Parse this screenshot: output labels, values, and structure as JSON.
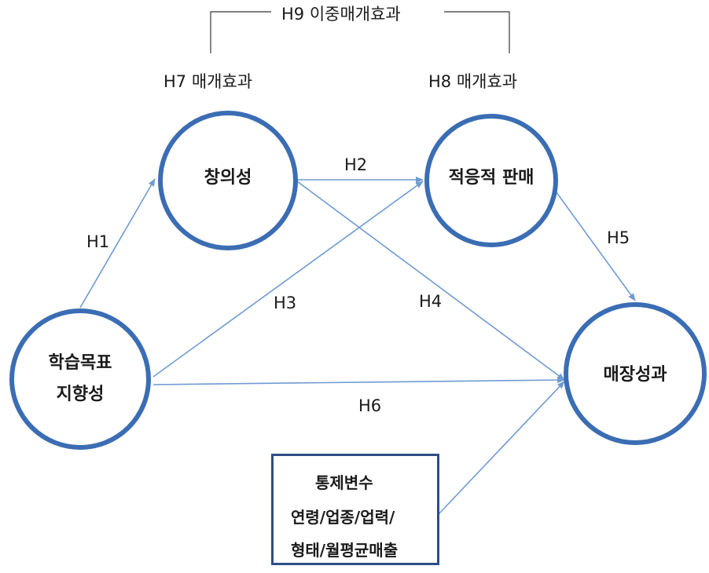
{
  "nodes": {
    "learning_goal": {
      "line1": "학습목표",
      "line2": "지향성"
    },
    "creativity": {
      "label": "창의성"
    },
    "adaptive_selling": {
      "label": "적응적 판매"
    },
    "sales_performance": {
      "label": "매장성과"
    }
  },
  "hypotheses": {
    "h1": "H1",
    "h2": "H2",
    "h3": "H3",
    "h4": "H4",
    "h5": "H5",
    "h6": "H6",
    "h7": "H7 매개효과",
    "h8": "H8 매개효과",
    "h9": "H9 이중매개효과"
  },
  "control_box": {
    "title": "통제변수",
    "line1": "연령/업종/업력/",
    "line2": "형태/월평균매출"
  },
  "colors": {
    "circle_stroke": "#3b6db3",
    "arrow": "#6f9bd1",
    "box_stroke": "#2e4d86",
    "bracket": "#555555"
  }
}
